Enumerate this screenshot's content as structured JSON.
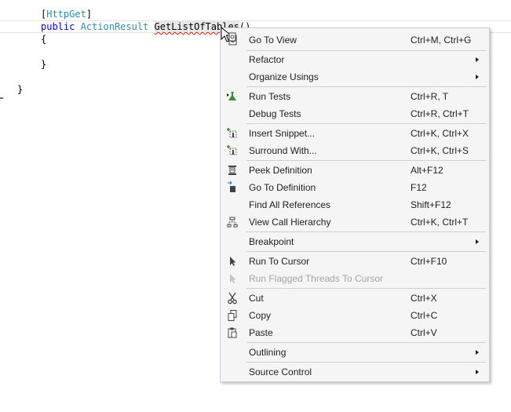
{
  "editor": {
    "attribute_open": "[",
    "attribute_name": "HttpGet",
    "attribute_close": "]",
    "keyword_public": "public",
    "return_type": "ActionResult",
    "method_name": "GetListOfTables",
    "parens": "()",
    "open_brace": "{",
    "close_brace": "}",
    "class_close_brace": "}"
  },
  "menu": {
    "go_to_view": {
      "label": "Go To View",
      "shortcut": "Ctrl+M, Ctrl+G",
      "icon": "go-to-view-icon"
    },
    "refactor": {
      "label": "Refactor"
    },
    "organize_usings": {
      "label": "Organize Usings"
    },
    "run_tests": {
      "label": "Run Tests",
      "shortcut": "Ctrl+R, T",
      "icon": "beaker-icon"
    },
    "debug_tests": {
      "label": "Debug Tests",
      "shortcut": "Ctrl+R, Ctrl+T"
    },
    "insert_snippet": {
      "label": "Insert Snippet...",
      "shortcut": "Ctrl+K, Ctrl+X",
      "icon": "snippet-icon"
    },
    "surround_with": {
      "label": "Surround With...",
      "shortcut": "Ctrl+K, Ctrl+S",
      "icon": "surround-icon"
    },
    "peek_definition": {
      "label": "Peek Definition",
      "shortcut": "Alt+F12",
      "icon": "peek-icon"
    },
    "go_to_definition": {
      "label": "Go To Definition",
      "shortcut": "F12",
      "icon": "go-to-definition-icon"
    },
    "find_all_references": {
      "label": "Find All References",
      "shortcut": "Shift+F12"
    },
    "view_call_hierarchy": {
      "label": "View Call Hierarchy",
      "shortcut": "Ctrl+K, Ctrl+T",
      "icon": "call-hierarchy-icon"
    },
    "breakpoint": {
      "label": "Breakpoint"
    },
    "run_to_cursor": {
      "label": "Run To Cursor",
      "shortcut": "Ctrl+F10",
      "icon": "cursor-arrow-icon"
    },
    "run_flagged_threads": {
      "label": "Run Flagged Threads To Cursor",
      "disabled": true,
      "icon": "cursor-arrow-disabled-icon"
    },
    "cut": {
      "label": "Cut",
      "shortcut": "Ctrl+X",
      "icon": "scissors-icon"
    },
    "copy": {
      "label": "Copy",
      "shortcut": "Ctrl+C",
      "icon": "copy-icon"
    },
    "paste": {
      "label": "Paste",
      "shortcut": "Ctrl+V",
      "icon": "paste-icon"
    },
    "outlining": {
      "label": "Outlining"
    },
    "source_control": {
      "label": "Source Control"
    }
  },
  "colors": {
    "keyword": "#0000ff",
    "type": "#2b91af",
    "squiggle": "#e51400",
    "menu_background": "#f5f5f5",
    "menu_border": "#cccedb",
    "disabled_text": "#a2a4a5"
  }
}
